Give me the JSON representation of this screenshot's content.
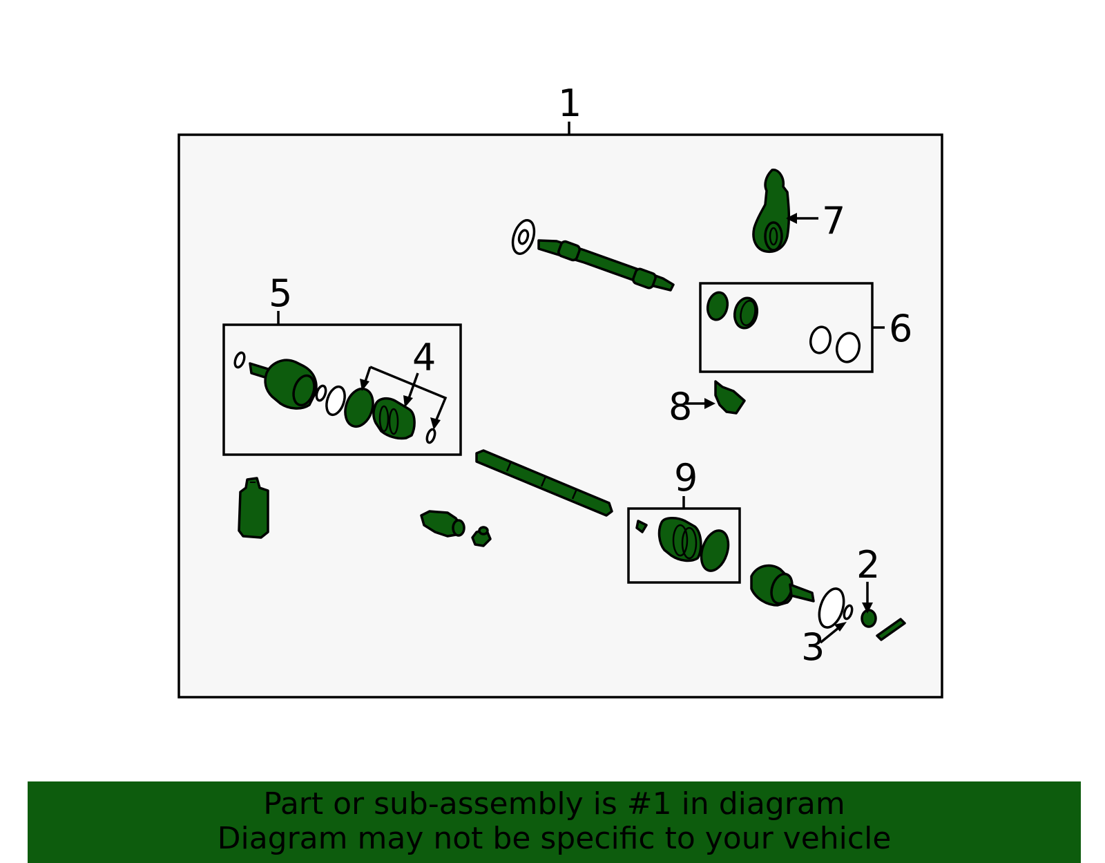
{
  "diagram": {
    "callouts": [
      "1",
      "2",
      "3",
      "4",
      "5",
      "6",
      "7",
      "8",
      "9"
    ]
  },
  "banner": {
    "line1": "Part or sub-assembly is #1 in diagram",
    "line2": "Diagram may not be specific to your vehicle"
  },
  "colors": {
    "part_fill": "#0d5c0d",
    "banner_bg": "#0d5c0d",
    "panel_bg": "#f7f7f7"
  }
}
